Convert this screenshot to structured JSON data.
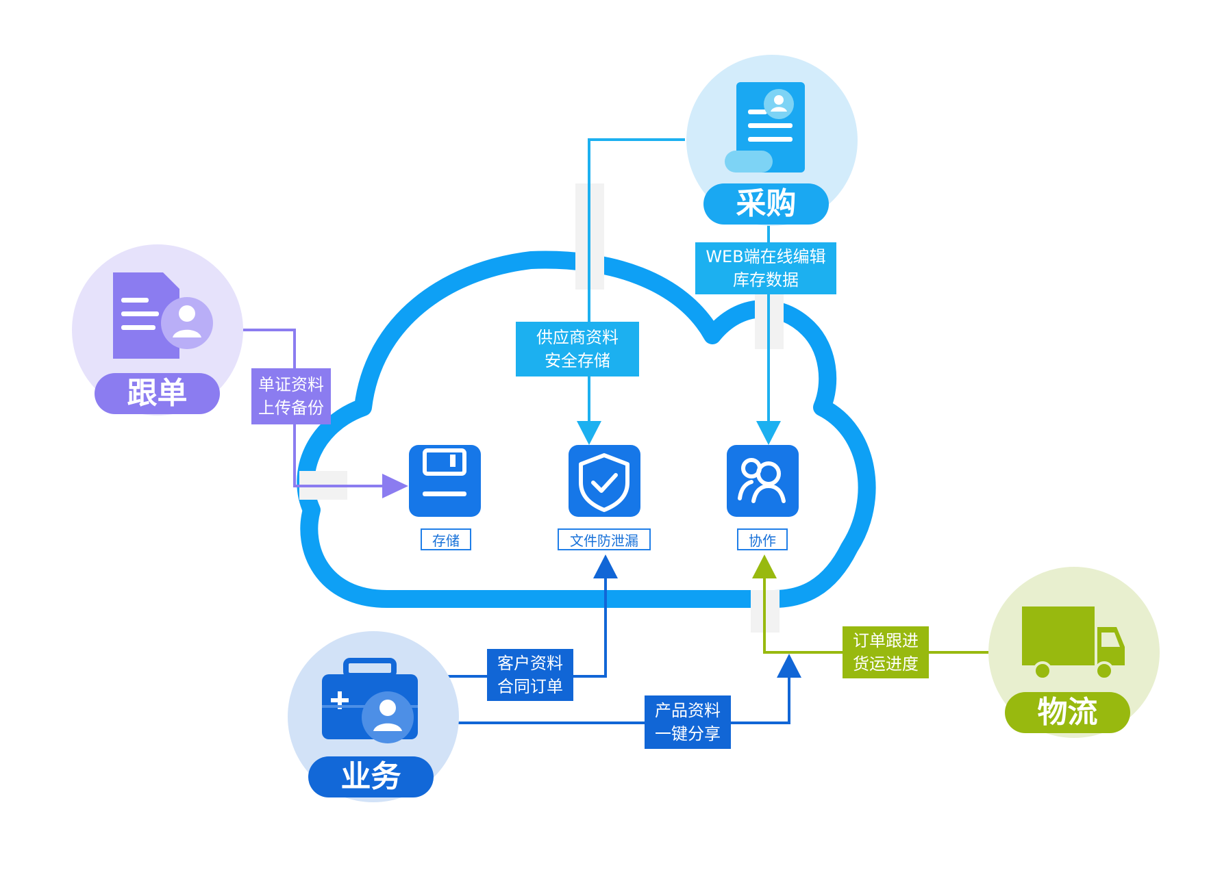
{
  "nodes": {
    "gendan": {
      "label": "跟单",
      "color": "#8b7cf0",
      "circle_color": "#e6e2fb"
    },
    "caigou": {
      "label": "采购",
      "color": "#1aa8f2",
      "circle_color": "#d3ecfb"
    },
    "yewu": {
      "label": "业务",
      "color": "#1268d8",
      "circle_color": "#d2e2f7"
    },
    "wuliu": {
      "label": "物流",
      "color": "#98b90f",
      "circle_color": "#e8efcf"
    }
  },
  "services": {
    "storage": {
      "label": "存储",
      "icon": "floppy-disk-icon"
    },
    "dlp": {
      "label": "文件防泄漏",
      "icon": "shield-check-icon"
    },
    "collab": {
      "label": "协作",
      "icon": "people-icon"
    }
  },
  "flows": {
    "gendan": {
      "line1": "单证资料",
      "line2": "上传备份"
    },
    "caigou_a": {
      "line1": "供应商资料",
      "line2": "安全存储"
    },
    "caigou_b": {
      "line1": "WEB端在线编辑",
      "line2": "库存数据"
    },
    "yewu_a": {
      "line1": "客户资料",
      "line2": "合同订单"
    },
    "yewu_b": {
      "line1": "产品资料",
      "line2": "一键分享"
    },
    "wuliu": {
      "line1": "订单跟进",
      "line2": "货运进度"
    }
  },
  "colors": {
    "cloud": "#0ea0f5",
    "service_icon": "#1677e8",
    "flow_purple": "#8b7cf0",
    "flow_cyan": "#1cb0f0",
    "flow_blue": "#1166d6",
    "flow_green": "#98b90f"
  }
}
